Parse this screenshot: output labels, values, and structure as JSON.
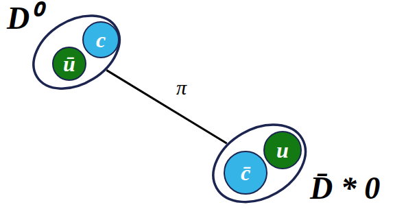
{
  "diagram": {
    "nodes": [
      {
        "text": [
          "D⁰"
        ]
      },
      {
        "text": [
          "ū"
        ],
        "in": 0
      },
      {
        "text": [
          "c"
        ],
        "in": 0
      },
      {
        "text": [
          "D̄ * 0"
        ]
      },
      {
        "text": [
          "c̄"
        ],
        "in": 3
      },
      {
        "text": [
          "u"
        ],
        "in": 3
      }
    ],
    "edges": [
      {
        "from": 0,
        "to": 3,
        "label": "π",
        "arrow": "none"
      }
    ]
  }
}
